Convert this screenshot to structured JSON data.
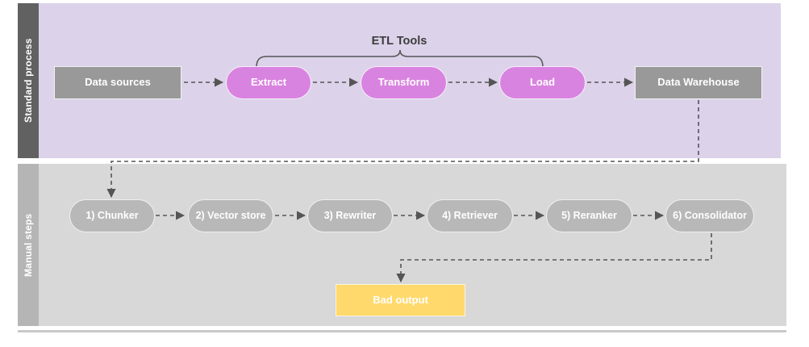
{
  "diagram": {
    "lanes": [
      {
        "id": "standard-process",
        "label": "Standard process",
        "band_color": "#dcd2ea",
        "label_color": "#616161"
      },
      {
        "id": "manual-steps",
        "label": "Manual steps",
        "band_color": "#d8d8d8",
        "label_color": "#b5b5b5"
      }
    ],
    "annotations": {
      "etl_bracket_label": "ETL Tools"
    },
    "standard_process": {
      "source_node": {
        "label": "Data sources",
        "shape": "rect",
        "color": "#999999"
      },
      "etl_nodes": [
        {
          "label": "Extract",
          "shape": "pill",
          "color": "#d983e0"
        },
        {
          "label": "Transform",
          "shape": "pill",
          "color": "#d983e0"
        },
        {
          "label": "Load",
          "shape": "pill",
          "color": "#d983e0"
        }
      ],
      "sink_node": {
        "label": "Data Warehouse",
        "shape": "rect",
        "color": "#999999"
      }
    },
    "manual_steps": {
      "nodes": [
        {
          "label": "1) Chunker",
          "shape": "pill",
          "color": "#b8b8b8"
        },
        {
          "label": "2) Vector store",
          "shape": "pill",
          "color": "#b8b8b8"
        },
        {
          "label": "3) Rewriter",
          "shape": "pill",
          "color": "#b8b8b8"
        },
        {
          "label": "4) Retriever",
          "shape": "pill",
          "color": "#b8b8b8"
        },
        {
          "label": "5) Reranker",
          "shape": "pill",
          "color": "#b8b8b8"
        },
        {
          "label": "6) Consolidator",
          "shape": "pill",
          "color": "#b8b8b8"
        }
      ],
      "result_node": {
        "label": "Bad output",
        "shape": "rect",
        "color": "#ffd96b"
      }
    },
    "connector_style": {
      "stroke": "#555555",
      "dash": "5,4",
      "arrow": "filled-triangle"
    }
  }
}
